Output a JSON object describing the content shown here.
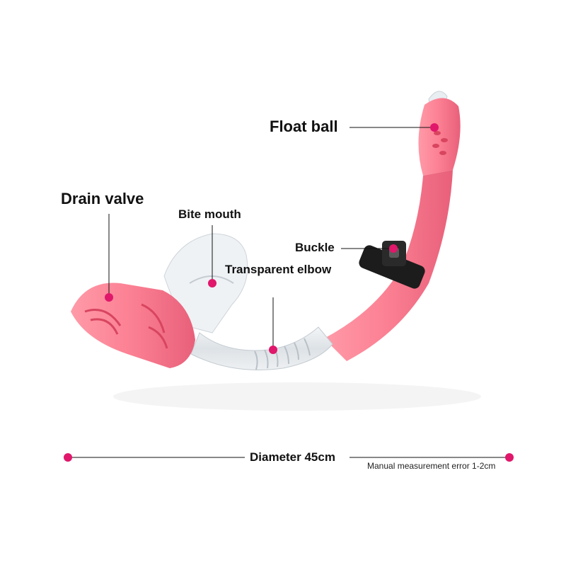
{
  "colors": {
    "snorkel_pink": "#f97d8f",
    "snorkel_pink_dark": "#e35a70",
    "marker": "#e0176b",
    "leader_line": "#111111",
    "buckle": "#1c1c1c"
  },
  "labels": {
    "float_ball": "Float ball",
    "drain_valve": "Drain valve",
    "bite_mouth": "Bite mouth",
    "buckle": "Buckle",
    "transparent_elbow": "Transparent elbow",
    "diameter": "Diameter 45cm",
    "measurement_note": "Manual measurement error 1-2cm"
  }
}
